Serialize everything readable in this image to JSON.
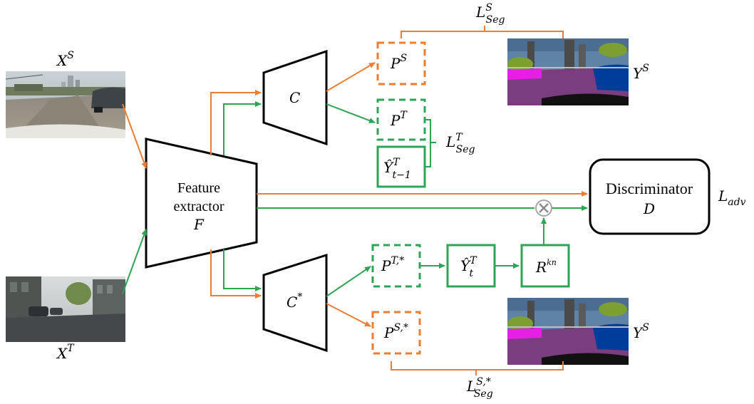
{
  "inputs": {
    "source": {
      "label": "X",
      "sup": "S"
    },
    "target": {
      "label": "X",
      "sup": "T"
    }
  },
  "feature_extractor": {
    "line1": "Feature",
    "line2": "extractor",
    "symbol": "F"
  },
  "classifiers": {
    "c": {
      "label": "C"
    },
    "c_star": {
      "label": "C",
      "sup": "*"
    }
  },
  "predictions": {
    "p_s": {
      "label": "P",
      "sup": "S"
    },
    "p_t": {
      "label": "P",
      "sup": "T"
    },
    "y_hat_prev": {
      "label": "Ŷ",
      "sup": "T",
      "sub": "t−1"
    },
    "p_t_star": {
      "label": "P",
      "sup": "T,*"
    },
    "y_hat_t": {
      "label": "Ŷ",
      "sup": "T",
      "sub": "t"
    },
    "r_kn": {
      "label": "R",
      "sup": "kn"
    },
    "p_s_star": {
      "label": "P",
      "sup": "S,*"
    }
  },
  "ground_truth": {
    "top": {
      "label": "Y",
      "sup": "S"
    },
    "bottom": {
      "label": "Y",
      "sup": "S"
    }
  },
  "discriminator": {
    "line1": "Discriminator",
    "symbol": "D"
  },
  "losses": {
    "seg_s": {
      "label": "L",
      "sup": "S",
      "sub": "Seg"
    },
    "seg_t": {
      "label": "L",
      "sup": "T",
      "sub": "Seg"
    },
    "seg_s_star": {
      "label": "L",
      "sup": "S,*",
      "sub": "Seg"
    },
    "adv": {
      "label": "L",
      "sub": "adv"
    }
  },
  "colors": {
    "source_flow": "#ED7D31",
    "target_flow": "#2EA455",
    "outline": "#000000",
    "multiply_node": "#A6A6A6"
  },
  "icons": {
    "multiply": "multiply-icon"
  }
}
